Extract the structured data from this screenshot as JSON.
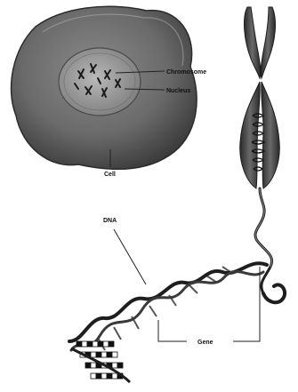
{
  "labels": {
    "chromosome": "Chromosome",
    "nucleus": "Nucleus",
    "cell": "Cell",
    "dna": "DNA",
    "gene": "Gene"
  },
  "colors": {
    "background": "#ffffff",
    "cell_fill": "#6b6b6b",
    "nucleus_fill": "#9a9a9a",
    "chromosome_fill": "#3a3a3a",
    "dna_backbone": "#1e1e1e",
    "leader_line": "#222222"
  }
}
